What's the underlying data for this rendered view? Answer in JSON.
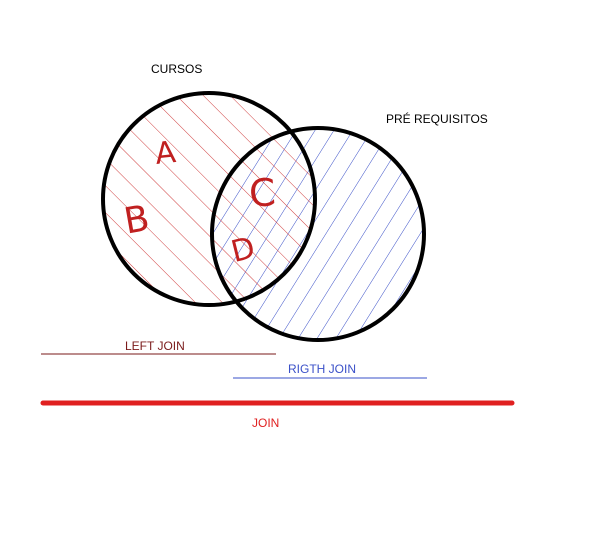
{
  "sets": {
    "left": {
      "label": "CURSOS",
      "hatch_color": "#d04040"
    },
    "right": {
      "label": "PRÉ REQUISITOS",
      "hatch_color": "#3a50c8"
    }
  },
  "region_letters": [
    "A",
    "B",
    "C",
    "D"
  ],
  "lines": {
    "left_join": {
      "label": "LEFT JOIN",
      "color": "#7a1a1a"
    },
    "right_join": {
      "label": "RIGTH JOIN",
      "color": "#3a50c8"
    },
    "join": {
      "label": "JOIN",
      "color": "#e02020"
    }
  },
  "colors": {
    "outline": "#000000",
    "letters": "#c02020"
  }
}
